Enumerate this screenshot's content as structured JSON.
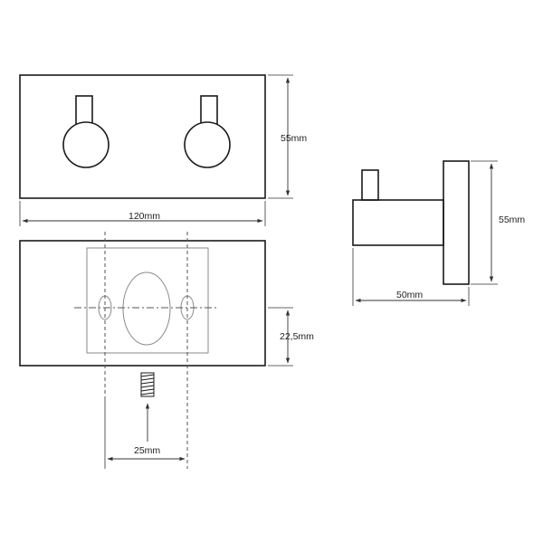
{
  "dimensions": {
    "front_height": "55mm",
    "front_width": "120mm",
    "side_height": "55mm",
    "side_depth": "50mm",
    "mount_hole_offset": "22,5mm",
    "screw_spacing": "25mm"
  },
  "colors": {
    "line": "#1a1a1a",
    "hidden_line": "#555555",
    "mount_plate": "#8a8a8a",
    "background": "#ffffff"
  }
}
